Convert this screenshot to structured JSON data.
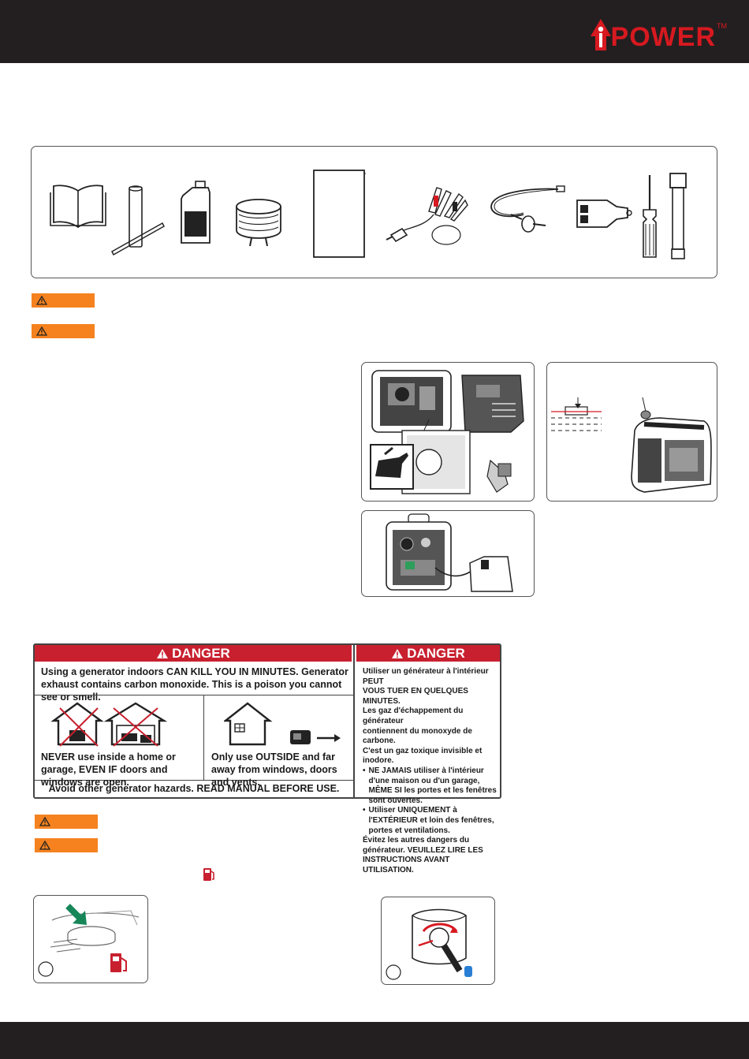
{
  "header": {
    "logo_main": "POWER",
    "logo_tm": "TM"
  },
  "danger_label": {
    "heading": "DANGER",
    "english_intro": "Using a generator indoors CAN KILL YOU IN MINUTES. Generator exhaust contains carbon monoxide. This is a poison you cannot see or smell.",
    "never_text": "NEVER use inside a home or garage, EVEN IF doors and windows are open.",
    "only_text": "Only use OUTSIDE and far away from windows, doors and vents.",
    "footer_text": "Avoid other generator hazards. READ MANUAL BEFORE USE.",
    "french_lines": [
      "Utiliser un générateur à l'intérieur PEUT",
      "VOUS TUER EN QUELQUES MINUTES.",
      "Les gaz d'échappement du générateur",
      "contiennent du monoxyde de carbone.",
      "C'est un gaz toxique invisible et inodore."
    ],
    "french_bullets": [
      "NE JAMAIS utiliser à l'intérieur d'une maison ou d'un garage, MÊME SI les portes et les fenêtres sont ouvertes.",
      "Utiliser UNIQUEMENT à l'EXTÉRIEUR et loin des fenêtres, portes et ventilations."
    ],
    "french_footer": "Évitez les autres dangers du générateur. VEUILLEZ LIRE LES INSTRUCTIONS AVANT UTILISATION."
  },
  "colors": {
    "accent_red": "#d71920",
    "warning_orange": "#f5821f",
    "danger_red": "#c8202f",
    "dark_band": "#231f20"
  }
}
